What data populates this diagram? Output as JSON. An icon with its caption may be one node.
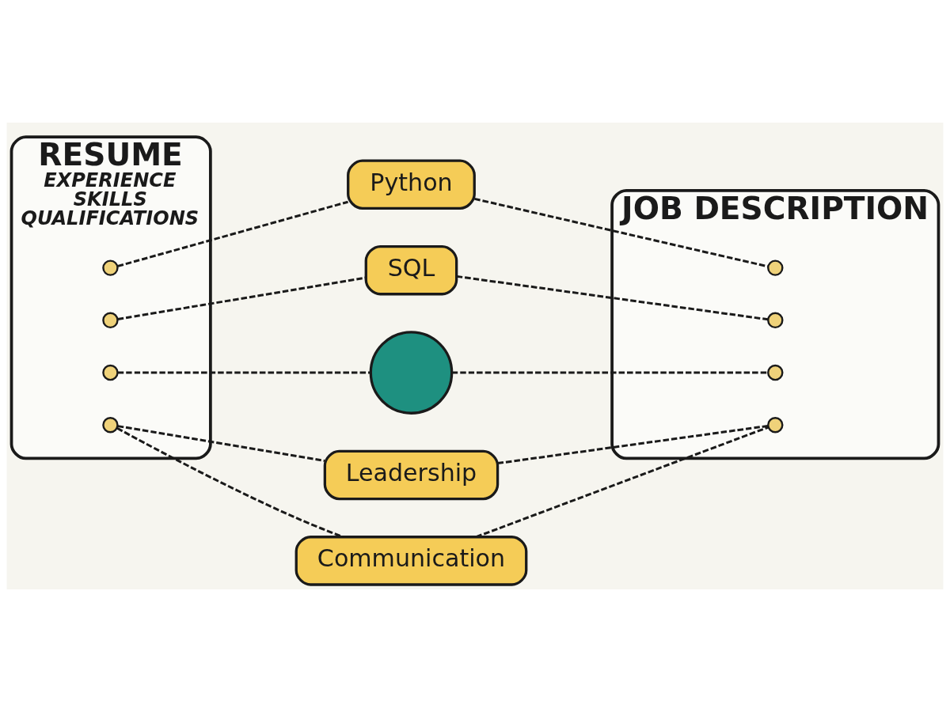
{
  "diagram": {
    "nodes": [
      {
        "text": [
          "RESUME",
          "EXPERIENCE",
          "SKILLS",
          "QUALIFICATIONS"
        ]
      },
      {
        "text": [
          "JOB DESCRIPTION"
        ]
      },
      {
        "text": [],
        "shape": "circle",
        "in": 0
      },
      {
        "text": [
          "Python"
        ]
      },
      {
        "text": [],
        "shape": "circle",
        "in": 1
      },
      {
        "text": [],
        "shape": "circle",
        "in": 0
      },
      {
        "text": [
          "SQL"
        ]
      },
      {
        "text": [],
        "shape": "circle",
        "in": 1
      },
      {
        "text": [],
        "shape": "circle",
        "in": 0
      },
      {
        "text": [],
        "shape": "circle"
      },
      {
        "text": [],
        "shape": "circle",
        "in": 1
      },
      {
        "text": [],
        "shape": "circle",
        "in": 0
      },
      {
        "text": [
          "Leadership"
        ]
      },
      {
        "text": [],
        "shape": "circle",
        "in": 1
      },
      {
        "text": [
          "Communication"
        ]
      }
    ],
    "edges": [
      {
        "from": 2,
        "to": 3,
        "arrow": "none",
        "style": "dashed"
      },
      {
        "from": 3,
        "to": 4,
        "arrow": "none",
        "style": "dashed"
      },
      {
        "from": 5,
        "to": 6,
        "arrow": "none",
        "style": "dashed"
      },
      {
        "from": 6,
        "to": 7,
        "arrow": "none",
        "style": "dashed"
      },
      {
        "from": 8,
        "to": 9,
        "arrow": "none",
        "style": "dashed"
      },
      {
        "from": 9,
        "to": 10,
        "arrow": "none",
        "style": "dashed"
      },
      {
        "from": 11,
        "to": 12,
        "arrow": "none",
        "style": "dashed"
      },
      {
        "from": 12,
        "to": 13,
        "arrow": "none",
        "style": "dashed"
      },
      {
        "from": 11,
        "to": 14,
        "arrow": "none",
        "style": "dashed"
      },
      {
        "from": 14,
        "to": 13,
        "arrow": "none",
        "style": "dashed"
      }
    ]
  }
}
